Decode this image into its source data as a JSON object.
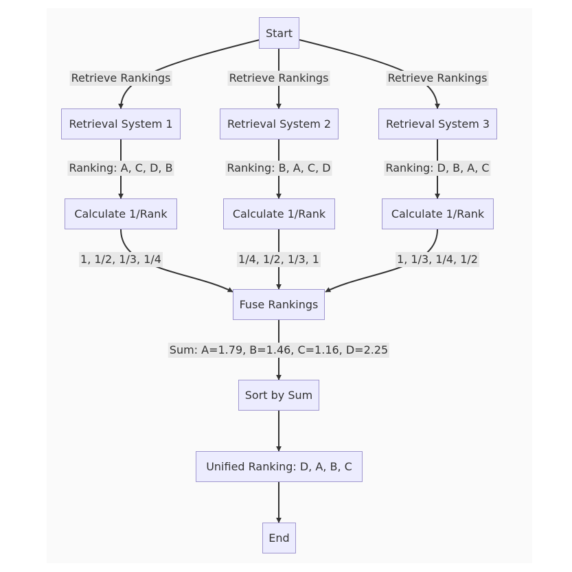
{
  "diagram": {
    "nodes": {
      "start": "Start",
      "sys1": "Retrieval System 1",
      "sys2": "Retrieval System 2",
      "sys3": "Retrieval System 3",
      "calc1": "Calculate 1/Rank",
      "calc2": "Calculate 1/Rank",
      "calc3": "Calculate 1/Rank",
      "fuse": "Fuse Rankings",
      "sort": "Sort by Sum",
      "unified": "Unified Ranking: D, A, B, C",
      "end": "End"
    },
    "edge_labels": {
      "start_sys1": "Retrieve Rankings",
      "start_sys2": "Retrieve Rankings",
      "start_sys3": "Retrieve Rankings",
      "sys1_calc1": "Ranking: A, C, D, B",
      "sys2_calc2": "Ranking: B, A, C, D",
      "sys3_calc3": "Ranking: D, B, A, C",
      "calc1_fuse": "1, 1/2, 1/3, 1/4",
      "calc2_fuse": "1/4, 1/2, 1/3, 1",
      "calc3_fuse": "1, 1/3, 1/4, 1/2",
      "fuse_sort": "Sum: A=1.79, B=1.46, C=1.16, D=2.25"
    }
  }
}
